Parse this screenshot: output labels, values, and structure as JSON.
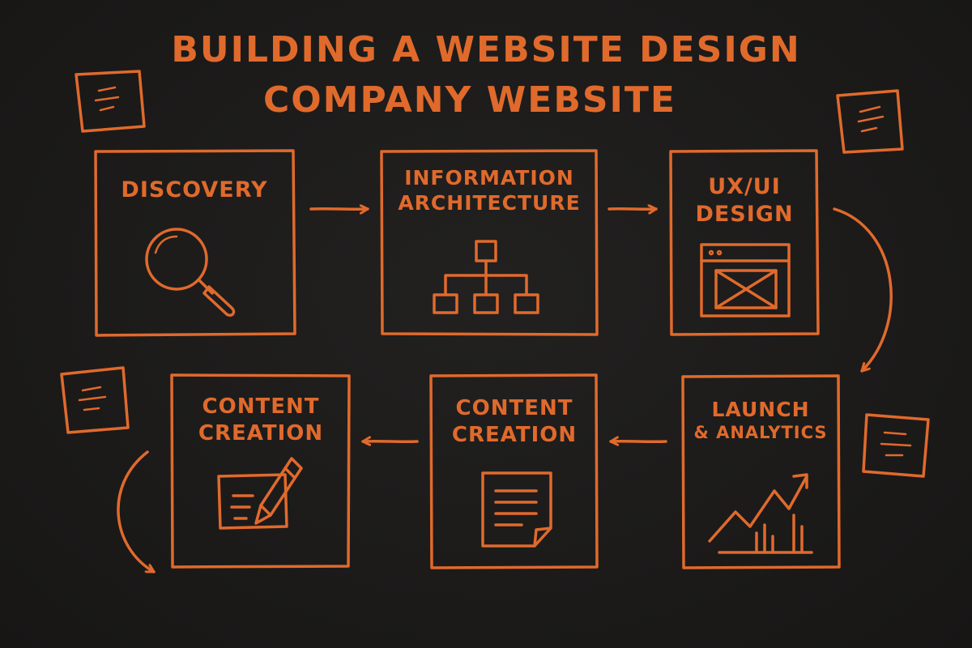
{
  "title": {
    "line1": "BUILDING A WEBSITE DESIGN",
    "line2": "COMPANY WEBSITE"
  },
  "colors": {
    "background": "#1b1a19",
    "stroke": "#e06a2c"
  },
  "steps": [
    {
      "line1": "DISCOVERY",
      "line2": "",
      "icon": "magnifier-icon"
    },
    {
      "line1": "INFORMATION",
      "line2": "ARCHITECTURE",
      "icon": "sitemap-icon"
    },
    {
      "line1": "UX/UI",
      "line2": "DESIGN",
      "icon": "wireframe-window-icon"
    },
    {
      "line1": "LAUNCH",
      "line2": "& ANALYTICS",
      "icon": "trend-chart-icon"
    },
    {
      "line1": "CONTENT",
      "line2": "CREATION",
      "icon": "document-icon"
    },
    {
      "line1": "CONTENT",
      "line2": "CREATION",
      "icon": "edit-document-icon"
    }
  ]
}
